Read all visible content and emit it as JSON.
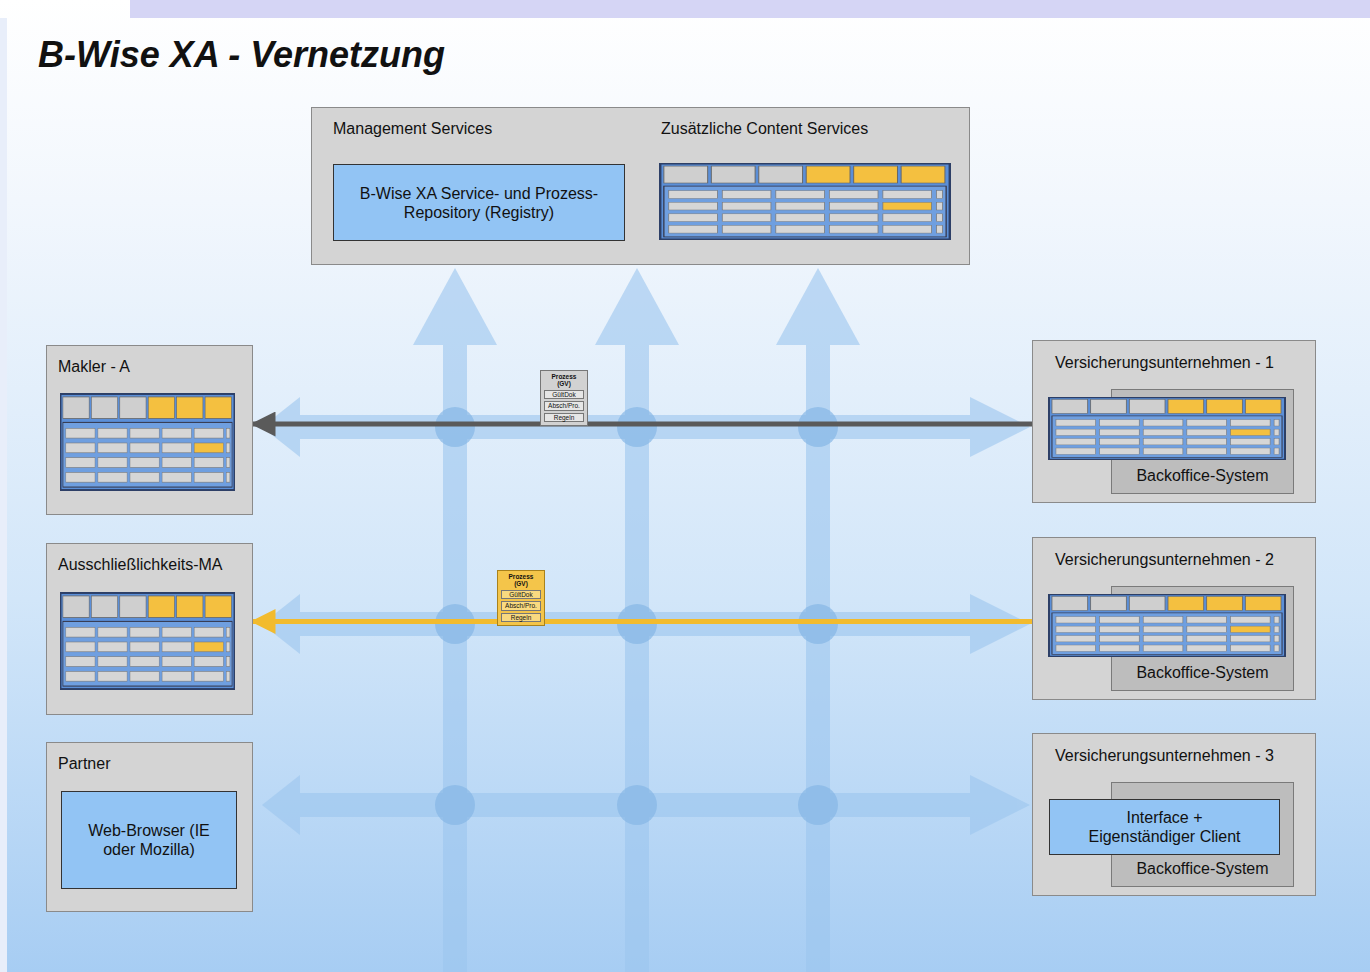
{
  "diagram": {
    "title": "B-Wise XA - Vernetzung",
    "nodes": [
      {
        "text": [
          "Management Services",
          "Zusätzliche Content Services"
        ]
      },
      {
        "text": [
          "B-Wise XA Service- und Prozess-Repository (Registry)"
        ],
        "in": 0
      },
      {
        "text": [
          "Makler - A"
        ]
      },
      {
        "text": [
          "Ausschließlichkeits-MA"
        ]
      },
      {
        "text": [
          "Partner"
        ]
      },
      {
        "text": [
          "Web-Browser (IE oder Mozilla)"
        ],
        "in": 4
      },
      {
        "text": [
          "Versicherungsunternehmen - 1"
        ]
      },
      {
        "text": [
          "Backoffice-System"
        ],
        "in": 6
      },
      {
        "text": [
          "Versicherungsunternehmen - 2"
        ]
      },
      {
        "text": [
          "Backoffice-System"
        ],
        "in": 8
      },
      {
        "text": [
          "Versicherungsunternehmen - 3"
        ]
      },
      {
        "text": [
          "Backoffice-System"
        ],
        "in": 10
      },
      {
        "text": [
          "Interface + Eigenständiger Client"
        ],
        "in": 10
      },
      {
        "text": [
          "Prozess (GV)",
          "GültDok",
          "Absch/Pro.",
          "Regeln"
        ]
      },
      {
        "text": [
          "Prozess (GV)",
          "GültDok",
          "Absch/Pro.",
          "Regeln"
        ]
      }
    ],
    "edges": [
      {
        "from": 6,
        "to": 2,
        "arrow": "to"
      },
      {
        "from": 8,
        "to": 3,
        "arrow": "to"
      }
    ]
  }
}
